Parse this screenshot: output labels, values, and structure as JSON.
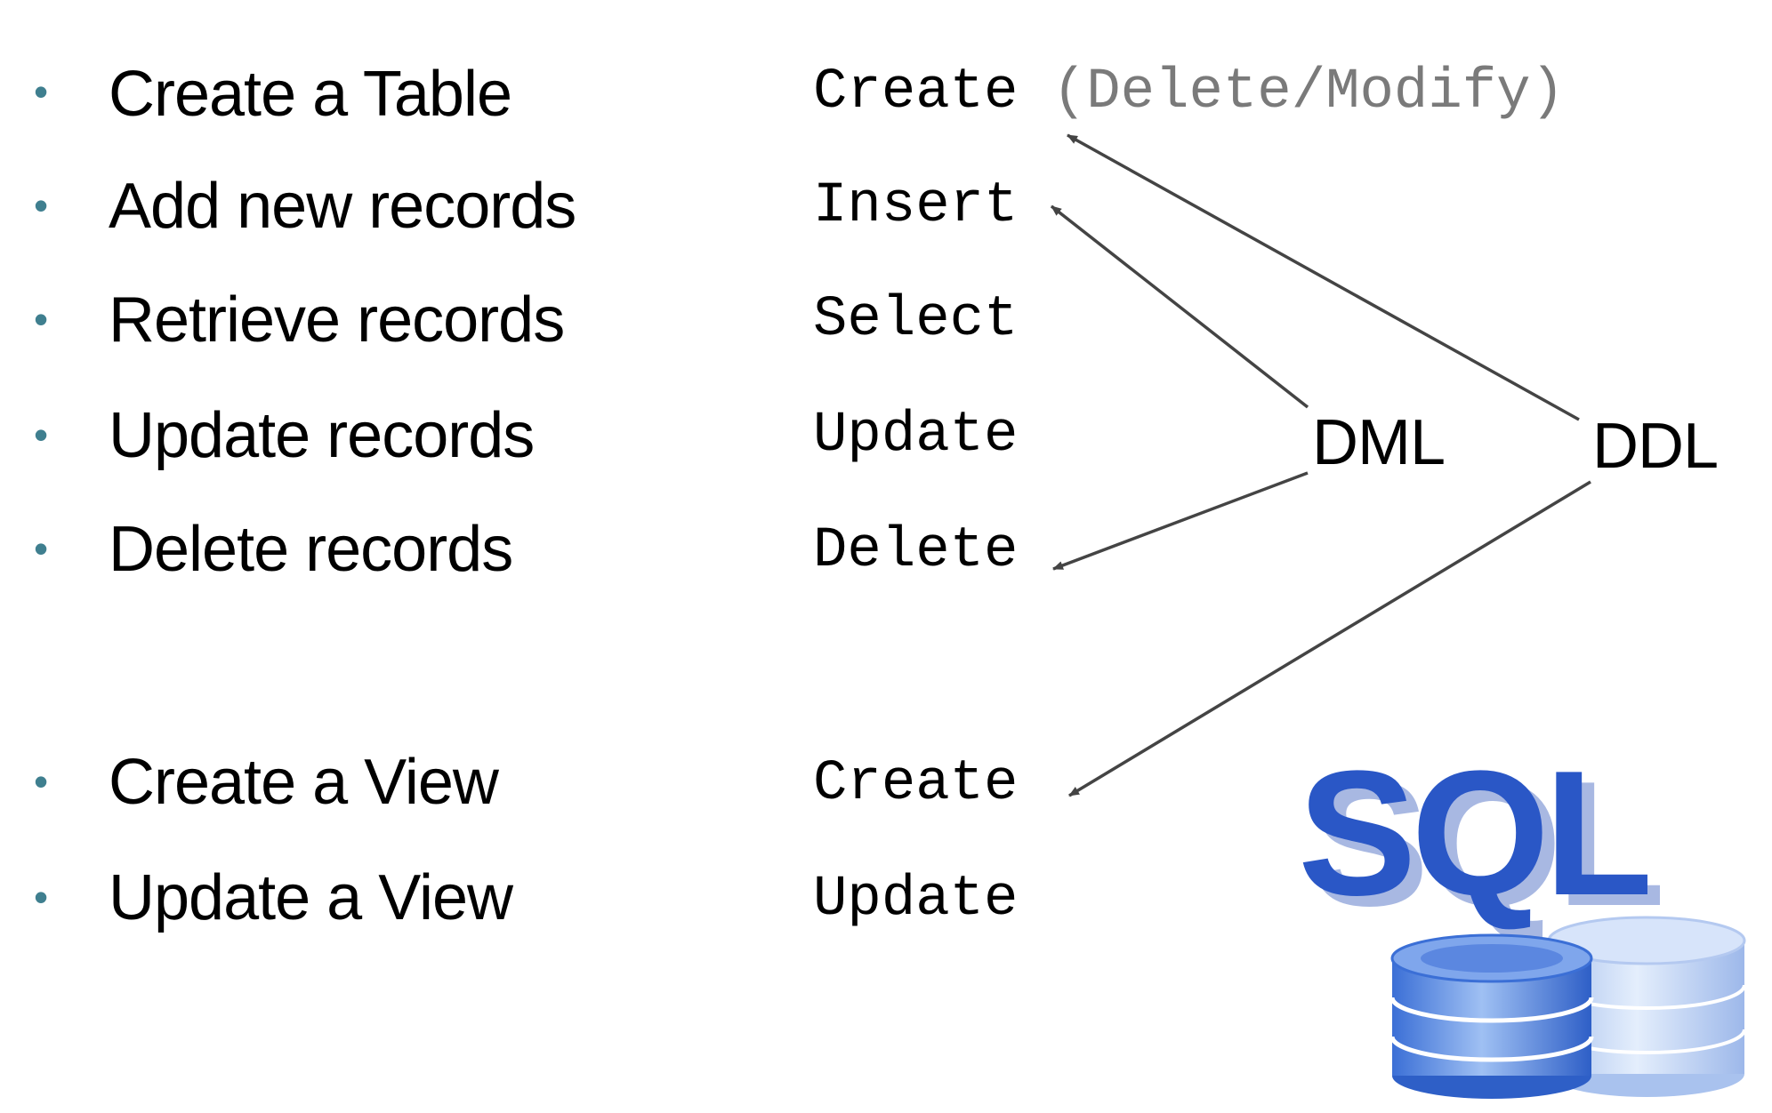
{
  "tasks": [
    "Create a Table",
    "Add new records",
    "Retrieve records",
    "Update records",
    "Delete records",
    "Create a View",
    "Update a View"
  ],
  "bullet_char": "•",
  "commands": [
    {
      "text": "Create",
      "note": "(Delete/Modify)"
    },
    {
      "text": "Insert",
      "note": ""
    },
    {
      "text": "Select",
      "note": ""
    },
    {
      "text": "Update",
      "note": ""
    },
    {
      "text": "Delete",
      "note": ""
    },
    {
      "text": "Create",
      "note": ""
    },
    {
      "text": "Update",
      "note": ""
    }
  ],
  "categories": {
    "dml": "DML",
    "ddl": "DDL"
  },
  "logo": {
    "text": "SQL",
    "icon": "database-cylinders-icon",
    "color": "#2a57c6"
  },
  "colors": {
    "bullet": "#3f7f8f",
    "arrow": "#444444",
    "note": "#7a7a7a"
  }
}
